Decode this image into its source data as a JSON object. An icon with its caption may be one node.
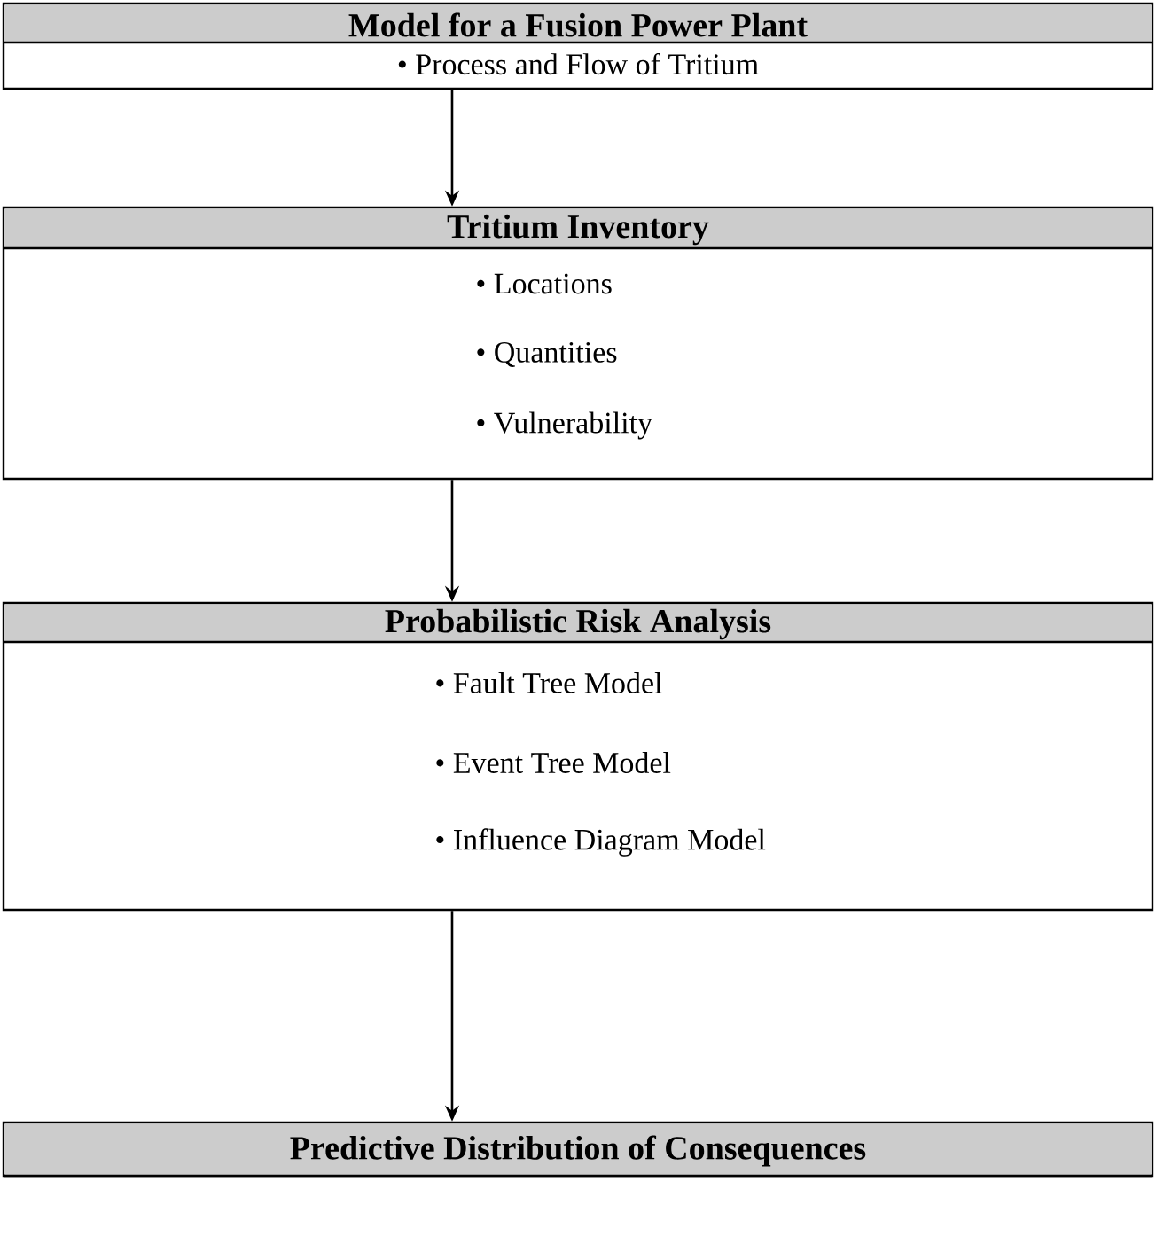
{
  "diagram": {
    "nodes": [
      {
        "text": [
          "Model for a Fusion Power Plant",
          "• Process and Flow of Tritium"
        ]
      },
      {
        "text": [
          "Tritium Inventory",
          "• Locations",
          "• Quantities",
          "• Vulnerability"
        ]
      },
      {
        "text": [
          "Probabilistic Risk Analysis",
          "• Fault Tree Model",
          "• Event Tree Model",
          "• Influence Diagram Model"
        ]
      },
      {
        "text": [
          "Predictive Distribution of Consequences"
        ]
      }
    ],
    "edges": [
      {
        "from": 0,
        "to": 1,
        "arrow": "to"
      },
      {
        "from": 1,
        "to": 2,
        "arrow": "to"
      },
      {
        "from": 2,
        "to": 3,
        "arrow": "to"
      }
    ]
  }
}
